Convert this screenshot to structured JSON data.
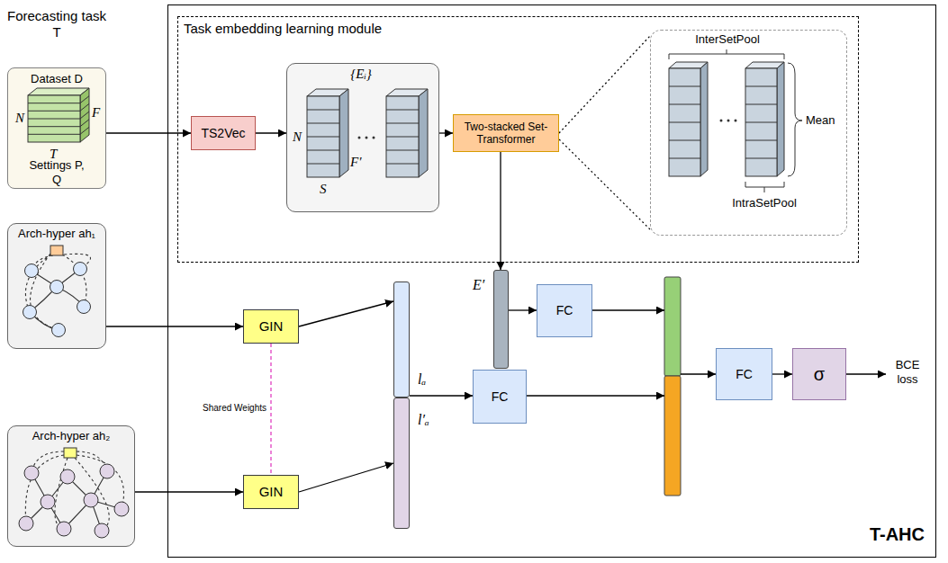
{
  "diagram": {
    "nodes": [
      {
        "text": [
          "Forecasting task T",
          "Dataset D",
          "N",
          "T",
          "F",
          "Settings P, Q"
        ]
      },
      {
        "text": [
          "T-AHC"
        ]
      },
      {
        "text": [
          "Task embedding learning module"
        ],
        "in": 1
      },
      {
        "text": [
          "TS2Vec"
        ],
        "in": 2
      },
      {
        "text": [
          "{Eᵢ}",
          "N",
          "S",
          "F′"
        ],
        "in": 2
      },
      {
        "text": [
          "Two-stacked Set-Transformer"
        ],
        "in": 2
      },
      {
        "text": [
          "InterSetPool",
          "IntraSetPool",
          "Mean"
        ],
        "in": 2
      },
      {
        "text": [
          "Arch-hyper ah₁"
        ]
      },
      {
        "text": [
          "Arch-hyper ah₂"
        ]
      },
      {
        "text": [
          "GIN"
        ],
        "in": 1
      },
      {
        "text": [
          "GIN"
        ],
        "in": 1
      },
      {
        "text": [
          "E′"
        ],
        "in": 1
      },
      {
        "text": [
          "lₐ"
        ],
        "in": 1
      },
      {
        "text": [
          "l′ₐ"
        ],
        "in": 1
      },
      {
        "text": [
          "FC"
        ],
        "in": 1
      },
      {
        "text": [
          "FC"
        ],
        "in": 1
      },
      {
        "text": [
          "FC"
        ],
        "in": 1
      },
      {
        "text": [
          "σ"
        ],
        "in": 1
      }
    ],
    "edges": [
      {
        "from": 0,
        "to": 3,
        "arrow": "to"
      },
      {
        "from": 3,
        "to": 4,
        "arrow": "to"
      },
      {
        "from": 4,
        "to": 5,
        "arrow": "to"
      },
      {
        "from": 5,
        "to": 6,
        "arrow": "none"
      },
      {
        "from": 5,
        "to": 11,
        "arrow": "to"
      },
      {
        "from": 7,
        "to": 9,
        "arrow": "to"
      },
      {
        "from": 8,
        "to": 10,
        "arrow": "to"
      },
      {
        "from": 9,
        "to": 10,
        "label": "Shared Weights",
        "arrow": "none"
      },
      {
        "from": 9,
        "to": 12,
        "arrow": "to"
      },
      {
        "from": 10,
        "to": 13,
        "arrow": "to"
      },
      {
        "from": 11,
        "to": 14,
        "arrow": "to"
      },
      {
        "from": 12,
        "to": 15,
        "arrow": "to"
      },
      {
        "from": 16,
        "to": 17,
        "arrow": "to"
      }
    ],
    "labels": [
      "BCE loss"
    ]
  }
}
